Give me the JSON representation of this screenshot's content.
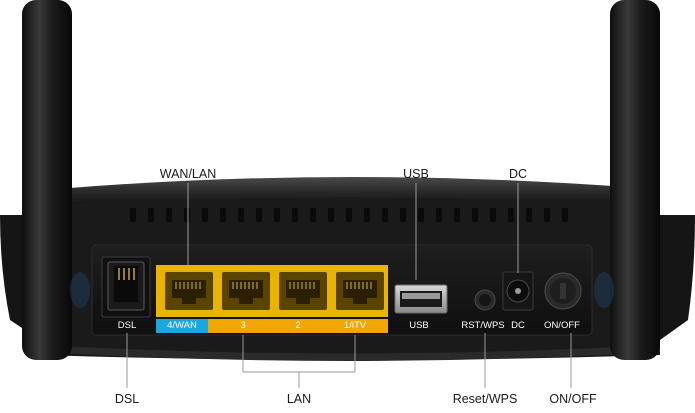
{
  "callouts": {
    "wan_lan": "WAN/LAN",
    "usb": "USB",
    "dc": "DC",
    "dsl": "DSL",
    "lan": "LAN",
    "reset_wps": "Reset/WPS",
    "on_off": "ON/OFF"
  },
  "port_labels": {
    "dsl": "DSL",
    "wan": "4/WAN",
    "lan3": "3",
    "lan2": "2",
    "lan1": "1/iTV",
    "usb": "USB",
    "rst": "RST/WPS",
    "dc": "DC",
    "onoff": "ON/OFF"
  },
  "colors": {
    "body": "#1b1b1b",
    "ethernet_yellow": "#e9b400",
    "wan_blue": "#1aa7e0",
    "lan_strip": "#f0a800",
    "callout_text": "#1a1a1a"
  }
}
